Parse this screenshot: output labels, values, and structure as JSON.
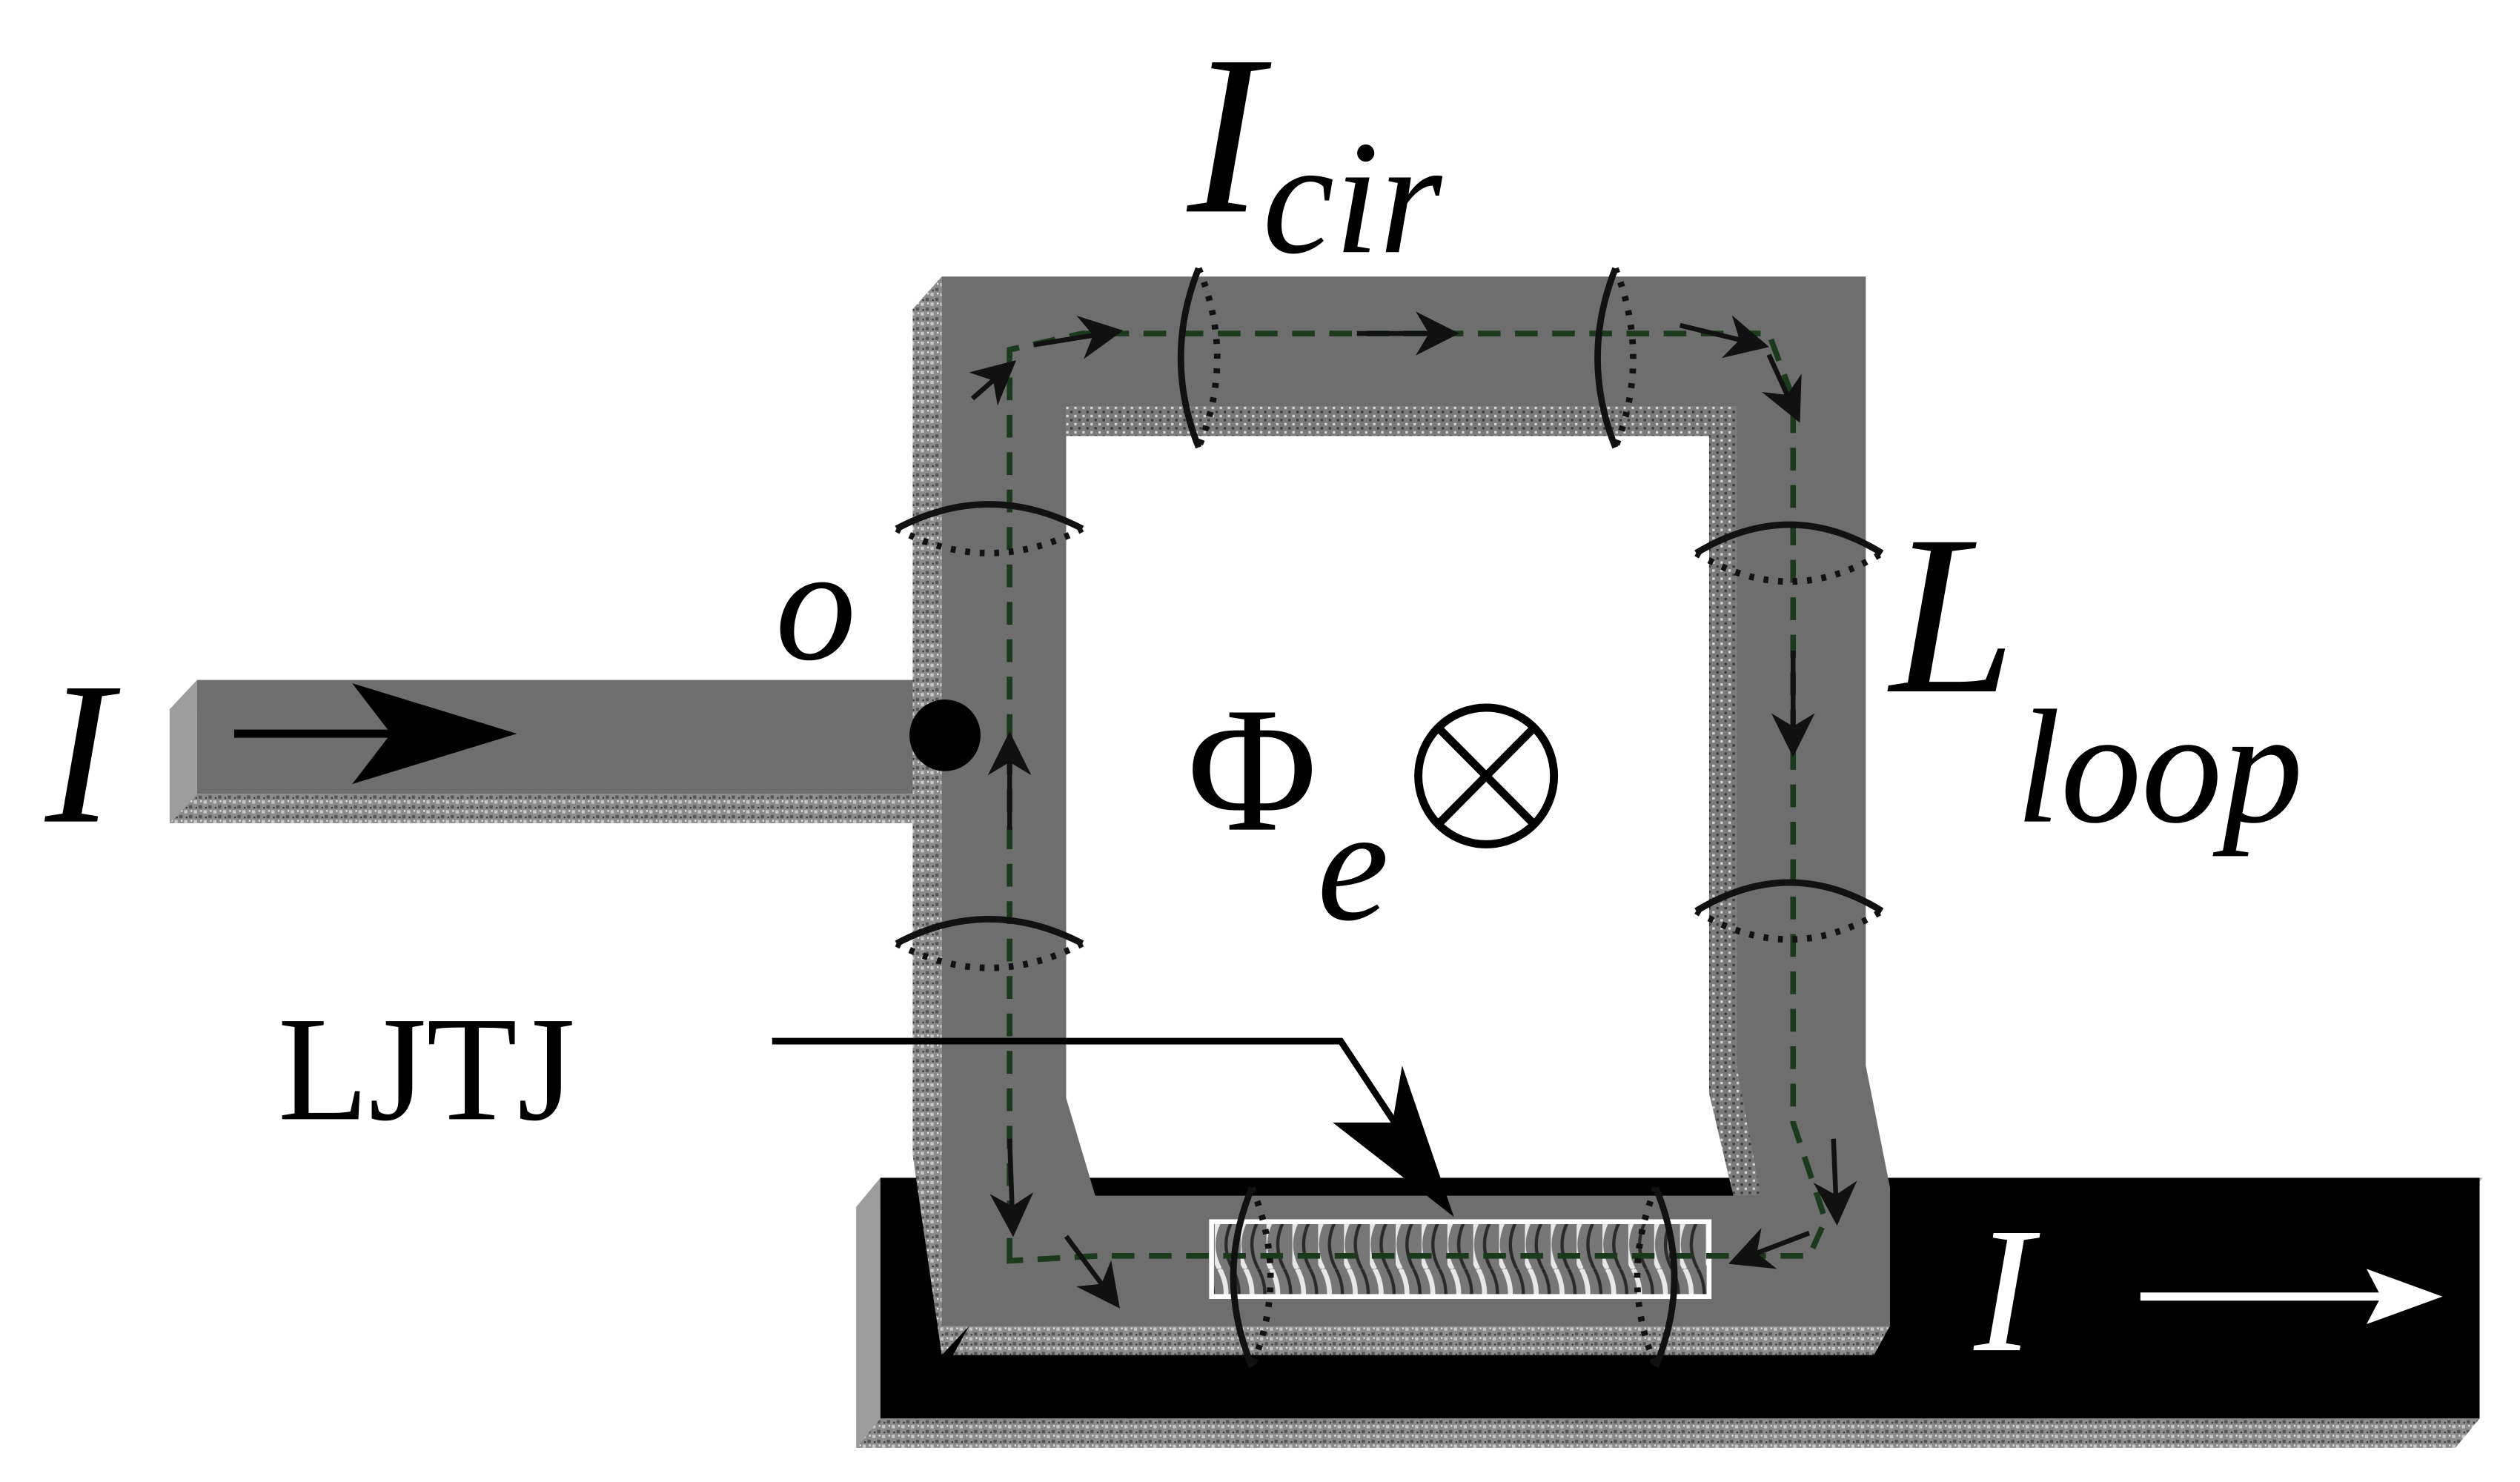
{
  "labels": {
    "input_current": "I",
    "output_current": "I",
    "circulating_current_main": "I",
    "circulating_current_sub": "cir",
    "loop_inductance_main": "L",
    "loop_inductance_sub": "loop",
    "node": "o",
    "flux_main": "Φ",
    "flux_sub": "e",
    "flux_direction_symbol": "⊗",
    "junction": "LJTJ"
  },
  "colors": {
    "loop_fill": "#6e6e6e",
    "side_texture": "#9a9a9a",
    "output_lead": "#000000",
    "base_texture": "#8a8a8a",
    "dashed_path": "#1b3a1b",
    "junction_box": "#ffffff"
  },
  "symbols": {
    "input_arrow": "right-arrow",
    "output_arrow": "right-arrow",
    "node_marker": "filled-circle",
    "flux_marker": "circled-times"
  }
}
